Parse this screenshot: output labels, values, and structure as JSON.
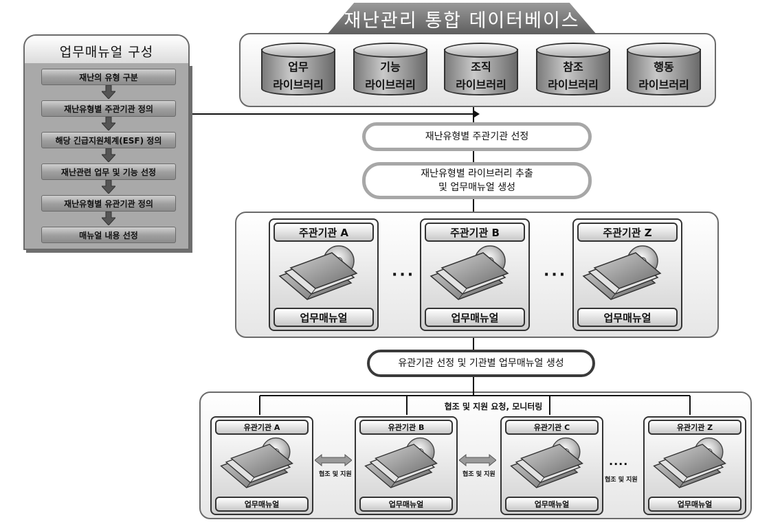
{
  "manual_panel": {
    "title": "업무매뉴얼 구성",
    "steps": [
      "재난의 유형 구분",
      "재난유형별 주관기관 정의",
      "해당 긴급지원체계(ESF) 정의",
      "재난관련 업무 및 기능 선정",
      "재난유형별 유관기관 정의",
      "매뉴얼 내용 선정"
    ]
  },
  "database": {
    "title": "재난관리 통합 데이터베이스",
    "libraries": [
      {
        "line1": "업무",
        "line2": "라이브러리"
      },
      {
        "line1": "기능",
        "line2": "라이브러리"
      },
      {
        "line1": "조직",
        "line2": "라이브러리"
      },
      {
        "line1": "참조",
        "line2": "라이브러리"
      },
      {
        "line1": "행동",
        "line2": "라이브러리"
      }
    ]
  },
  "process": {
    "select_major": "재난유형별 주관기관 선정",
    "extract_line1": "재난유형별 라이브러리 추출",
    "extract_line2": "및 업무매뉴얼 생성",
    "related_select": "유관기관 선정 및 기관별 업무매뉴얼 생성"
  },
  "major_agencies": {
    "items": [
      {
        "title": "주관기관 A",
        "footer": "업무매뉴얼"
      },
      {
        "title": "주관기관 B",
        "footer": "업무매뉴얼"
      },
      {
        "title": "주관기관 Z",
        "footer": "업무매뉴얼"
      }
    ],
    "ellipsis": "···"
  },
  "related_agencies": {
    "coop_label": "협조 및 지원 요청, 모니터링",
    "support_label": "협조 및 지원",
    "items": [
      {
        "title": "유관기관 A",
        "footer": "업무매뉴얼"
      },
      {
        "title": "유관기관 B",
        "footer": "업무매뉴얼"
      },
      {
        "title": "유관기관 C",
        "footer": "업무매뉴얼"
      },
      {
        "title": "유관기관 Z",
        "footer": "업무매뉴얼"
      }
    ],
    "ellipsis": "····"
  }
}
